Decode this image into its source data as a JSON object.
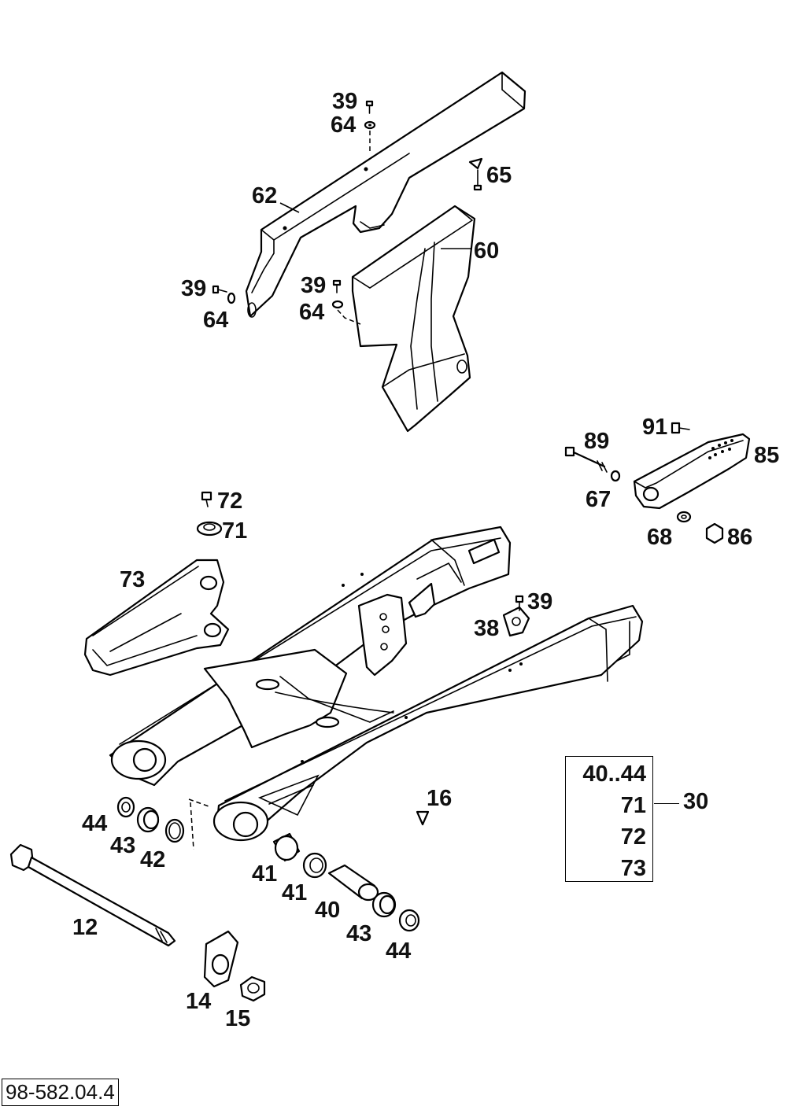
{
  "callouts": {
    "c39a": "39",
    "c64a": "64",
    "c65": "65",
    "c62": "62",
    "c60": "60",
    "c39b": "39",
    "c64b": "64",
    "c39c": "39",
    "c64c": "64",
    "c89": "89",
    "c91": "91",
    "c85": "85",
    "c67": "67",
    "c68": "68",
    "c86": "86",
    "c72": "72",
    "c71": "71",
    "c73": "73",
    "c39d": "39",
    "c38": "38",
    "c16": "16",
    "c44a": "44",
    "c43a": "43",
    "c42": "42",
    "c41a": "41",
    "c41b": "41",
    "c40": "40",
    "c43b": "43",
    "c44b": "44",
    "c12": "12",
    "c14": "14",
    "c15": "15"
  },
  "kit": {
    "lines": [
      "40..44",
      "71",
      "72",
      "73"
    ],
    "label": "30"
  },
  "drawing_number": "98-582.04.4"
}
